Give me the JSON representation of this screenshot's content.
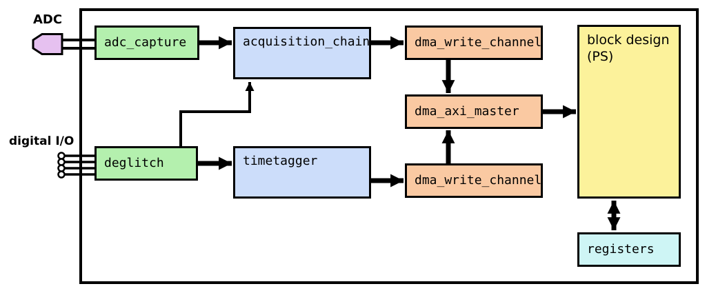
{
  "diagram": {
    "ports": {
      "adc": {
        "label": "ADC",
        "pin_count": 1
      },
      "digital_io": {
        "label": "digital I/O",
        "pin_count": 4
      }
    },
    "blocks": {
      "adc_capture": {
        "label": "adc_capture",
        "color": "green"
      },
      "deglitch": {
        "label": "deglitch",
        "color": "green"
      },
      "acquisition_chain": {
        "label": "acquisition_chain",
        "color": "blue"
      },
      "timetagger": {
        "label": "timetagger",
        "color": "blue"
      },
      "dma_write_channel_top": {
        "label": "dma_write_channel",
        "color": "orange"
      },
      "dma_axi_master": {
        "label": "dma_axi_master",
        "color": "orange"
      },
      "dma_write_channel_bottom": {
        "label": "dma_write_channel",
        "color": "orange"
      },
      "block_design": {
        "label": "block design\n(PS)",
        "color": "yellow"
      },
      "registers": {
        "label": "registers",
        "color": "cyan"
      }
    },
    "connections": [
      {
        "from": "adc_port",
        "to": "adc_capture",
        "style": "bus-2-wires",
        "direction": "bidirectional"
      },
      {
        "from": "digital_io_pins",
        "to": "deglitch",
        "style": "bus-4-wires",
        "direction": "in"
      },
      {
        "from": "adc_capture",
        "to": "acquisition_chain",
        "style": "thick-arrow",
        "direction": "right"
      },
      {
        "from": "acquisition_chain",
        "to": "dma_write_channel_top",
        "style": "thick-arrow",
        "direction": "right"
      },
      {
        "from": "dma_write_channel_top",
        "to": "dma_axi_master",
        "style": "thick-arrow",
        "direction": "down"
      },
      {
        "from": "dma_write_channel_bottom",
        "to": "dma_axi_master",
        "style": "thick-arrow",
        "direction": "up"
      },
      {
        "from": "dma_axi_master",
        "to": "block_design",
        "style": "thick-arrow",
        "direction": "right"
      },
      {
        "from": "deglitch",
        "to": "timetagger",
        "style": "thick-arrow",
        "direction": "right"
      },
      {
        "from": "timetagger",
        "to": "dma_write_channel_bottom",
        "style": "thick-arrow",
        "direction": "right"
      },
      {
        "from": "deglitch",
        "to": "acquisition_chain",
        "style": "thin-elbow-arrow",
        "direction": "up"
      },
      {
        "from": "block_design",
        "to": "registers",
        "style": "thick-double-arrow",
        "direction": "bidirectional"
      }
    ]
  },
  "colors": {
    "module_green": "#b4f0ae",
    "module_blue": "#ccddfa",
    "module_orange": "#fac9a2",
    "module_yellow": "#fcf29b",
    "module_cyan": "#cef5f5",
    "port_purple": "#e6c1f0",
    "wire_black": "#000000"
  }
}
